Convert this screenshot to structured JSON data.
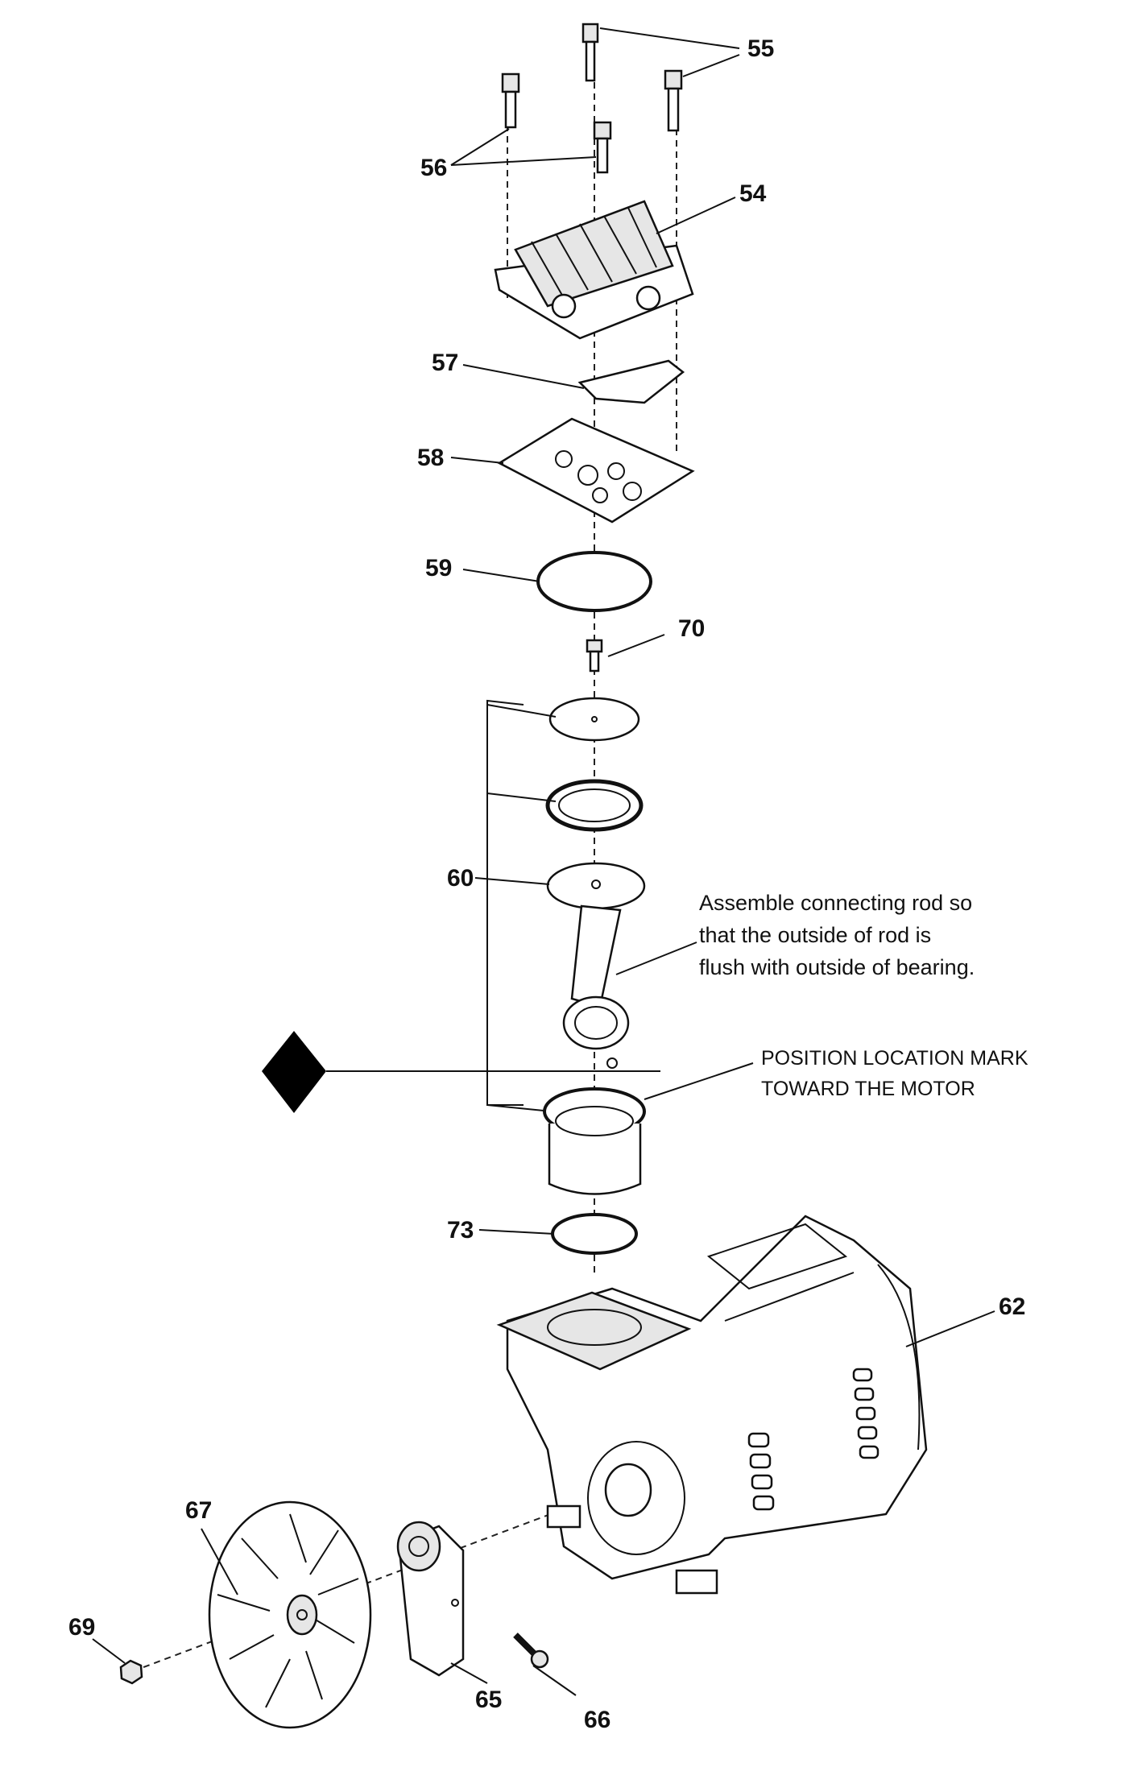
{
  "labels": {
    "p55": "55",
    "p56": "56",
    "p54": "54",
    "p57": "57",
    "p58": "58",
    "p59": "59",
    "p70": "70",
    "p60": "60",
    "p73": "73",
    "p62": "62",
    "p67": "67",
    "p65": "65",
    "p66": "66",
    "p69": "69"
  },
  "notes": {
    "rod_line1": "Assemble connecting rod so",
    "rod_line2": "that the outside of rod is",
    "rod_line3": "flush with outside of bearing.",
    "mark_line1": "POSITION LOCATION MARK",
    "mark_line2": "TOWARD THE MOTOR"
  },
  "colors": {
    "ink": "#111111",
    "background": "#ffffff"
  }
}
